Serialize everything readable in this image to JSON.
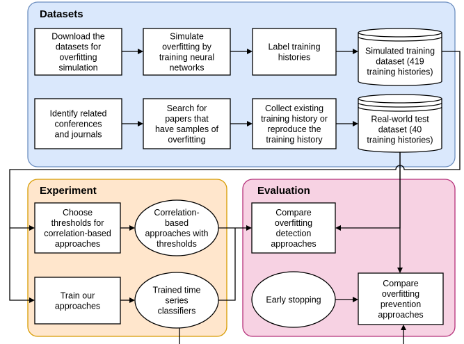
{
  "panels": {
    "datasets": {
      "title": "Datasets",
      "fill": "#dae8fc",
      "stroke": "#6c8ebf"
    },
    "experiment": {
      "title": "Experiment",
      "fill": "#ffe6cc",
      "stroke": "#d79b00"
    },
    "evaluation": {
      "title": "Evaluation",
      "fill": "#f7d2e3",
      "stroke": "#b5307a"
    }
  },
  "nodes": {
    "download": [
      "Download the",
      "datasets for",
      "overfitting",
      "simulation"
    ],
    "simulate": [
      "Simulate",
      "overfitting by",
      "training neural",
      "networks"
    ],
    "label": [
      "Label training",
      "histories"
    ],
    "simulated_dataset": [
      "Simulated training",
      "dataset (419",
      "training histories)"
    ],
    "identify": [
      "Identify related",
      "conferences",
      "and journals"
    ],
    "search": [
      "Search for",
      "papers that",
      "have samples of",
      "overfitting"
    ],
    "collect": [
      "Collect existing",
      "training history or",
      "reproduce the",
      "training history"
    ],
    "realworld_dataset": [
      "Real-world test",
      "dataset (40",
      "training histories)"
    ],
    "choose_thresholds": [
      "Choose",
      "thresholds for",
      "correlation-based",
      "approaches"
    ],
    "correlation": [
      "Correlation-",
      "based",
      "approaches with",
      "thresholds"
    ],
    "train_ours": [
      "Train our",
      "approaches"
    ],
    "trained_classifiers": [
      "Trained time",
      "series",
      "classifiers"
    ],
    "compare_detection": [
      "Compare",
      "overfitting",
      "detection",
      "approaches"
    ],
    "early_stopping": [
      "Early stopping"
    ],
    "compare_prevention": [
      "Compare",
      "overfitting",
      "prevention",
      "approaches"
    ]
  }
}
